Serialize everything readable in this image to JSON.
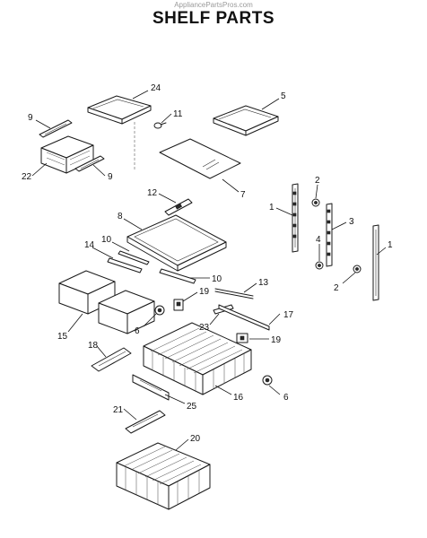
{
  "watermark": "AppliancePartsPros.com",
  "title": "SHELF PARTS",
  "callouts": {
    "c24": "24",
    "c5": "5",
    "c9a": "9",
    "c11": "11",
    "c22": "22",
    "c9b": "9",
    "c7": "7",
    "c12": "12",
    "c2a": "2",
    "c8": "8",
    "c1a": "1",
    "c3": "3",
    "c14": "14",
    "c10a": "10",
    "c4": "4",
    "c1b": "1",
    "c10b": "10",
    "c13": "13",
    "c2b": "2",
    "c19a": "19",
    "c15": "15",
    "c6a": "6",
    "c23": "23",
    "c17": "17",
    "c19b": "19",
    "c18": "18",
    "c25": "25",
    "c16": "16",
    "c6b": "6",
    "c21": "21",
    "c20": "20"
  }
}
